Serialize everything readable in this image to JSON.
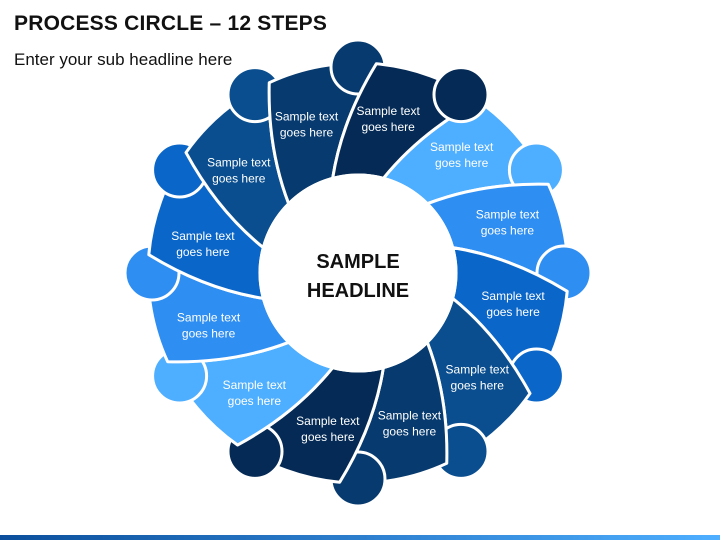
{
  "header": {
    "title": "PROCESS CIRCLE – 12 STEPS",
    "subtitle": "Enter your sub headline here"
  },
  "center": {
    "line1": "SAMPLE",
    "line2": "HEADLINE"
  },
  "steps": [
    {
      "line1": "Sample text",
      "line2": "goes here",
      "color": "#4EAEFF"
    },
    {
      "line1": "Sample text",
      "line2": "goes here",
      "color": "#2F8EF2"
    },
    {
      "line1": "Sample text",
      "line2": "goes here",
      "color": "#0A66C8"
    },
    {
      "line1": "Sample text",
      "line2": "goes here",
      "color": "#0A4E8F"
    },
    {
      "line1": "Sample text",
      "line2": "goes here",
      "color": "#073A6E"
    },
    {
      "line1": "Sample text",
      "line2": "goes here",
      "color": "#042A55"
    },
    {
      "line1": "Sample text",
      "line2": "goes here",
      "color": "#4EAEFF"
    },
    {
      "line1": "Sample text",
      "line2": "goes here",
      "color": "#2F8EF2"
    },
    {
      "line1": "Sample text",
      "line2": "goes here",
      "color": "#0A66C8"
    },
    {
      "line1": "Sample text",
      "line2": "goes here",
      "color": "#0A4E8F"
    },
    {
      "line1": "Sample text",
      "line2": "goes here",
      "color": "#073A6E"
    },
    {
      "line1": "Sample text",
      "line2": "goes here",
      "color": "#042A55"
    }
  ],
  "colors": {
    "outline": "#ffffff",
    "center_fill": "#ffffff",
    "bar_start": "#0B4F9C",
    "bar_end": "#4EAEFF"
  }
}
